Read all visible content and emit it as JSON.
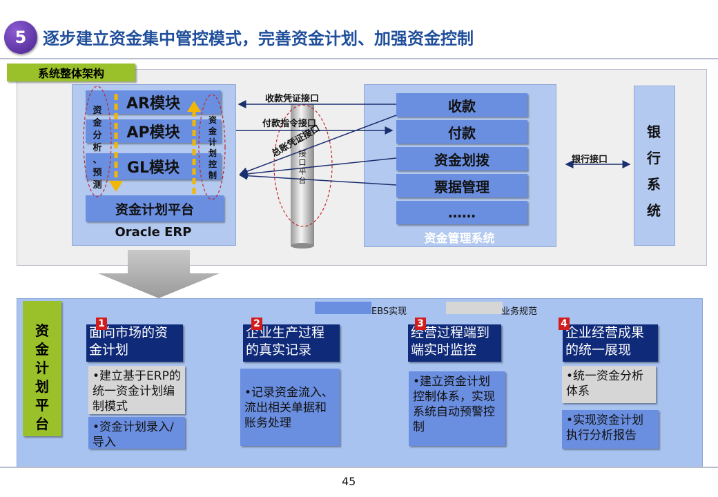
{
  "header": {
    "number": "5",
    "title": "逐步建立资金集中管控模式，完善资金计划、加强资金控制"
  },
  "section1": {
    "tag": "系统整体架构",
    "erp": {
      "modules": [
        "AR模块",
        "AP模块",
        "GL模块"
      ],
      "platform": "资金计划平台",
      "label": "Oracle ERP",
      "left_vertical": "资金分析、预测",
      "right_vertical": "资金计划控制"
    },
    "interface_labels": {
      "voucher": "收款凭证接口",
      "payment_cmd": "付款指令接口",
      "gl_voucher": "总账凭证接口",
      "platform_pipe": "接口平台",
      "bank": "银行接口"
    },
    "fms": {
      "items": [
        "收款",
        "付款",
        "资金划拨",
        "票据管理",
        "……"
      ],
      "label": "资金管理系统"
    },
    "bank": {
      "label": "银行系统"
    }
  },
  "section2": {
    "side_label": "资金计划平台",
    "legend": [
      {
        "label": "EBS实现",
        "color": "#6a8ee0"
      },
      {
        "label": "业务规范",
        "color": "#d6d6d6"
      }
    ],
    "steps": [
      {
        "num": "1",
        "title": "面向市场的资金计划",
        "subs": [
          {
            "text": "•建立基于ERP的统一资金计划编制模式",
            "kind": "gray"
          },
          {
            "text": "•资金计划录入/导入",
            "kind": "blue"
          }
        ]
      },
      {
        "num": "2",
        "title": "企业生产过程的真实记录",
        "subs": [
          {
            "text": "•记录资金流入、流出相关单据和账务处理",
            "kind": "blue"
          }
        ]
      },
      {
        "num": "3",
        "title": "经营过程端到端实时监控",
        "subs": [
          {
            "text": "•建立资金计划控制体系，实现系统自动预警控制",
            "kind": "blue"
          }
        ]
      },
      {
        "num": "4",
        "title": "企业经营成果的统一展现",
        "subs": [
          {
            "text": "•统一资金分析体系",
            "kind": "gray"
          },
          {
            "text": "•实现资金计划执行分析报告",
            "kind": "blue"
          }
        ]
      }
    ]
  },
  "footer": {
    "page": "45"
  }
}
